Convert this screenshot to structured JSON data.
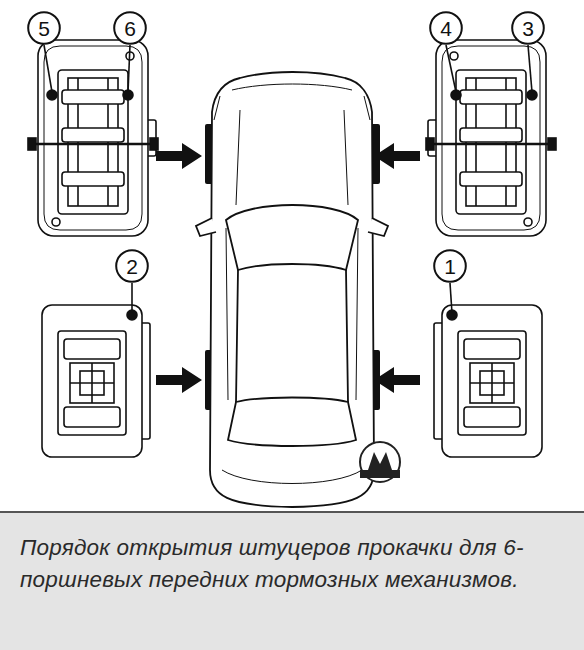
{
  "diagram": {
    "caption": "Порядок открытия штуцеров прокачки для 6-поршневых передних тормозных механизмов.",
    "nodes": [
      {
        "text": [
          "5"
        ]
      },
      {
        "text": [
          "6"
        ]
      },
      {
        "text": [
          "4"
        ]
      },
      {
        "text": [
          "3"
        ]
      },
      {
        "text": [
          "2"
        ]
      },
      {
        "text": [
          "1"
        ]
      }
    ]
  }
}
